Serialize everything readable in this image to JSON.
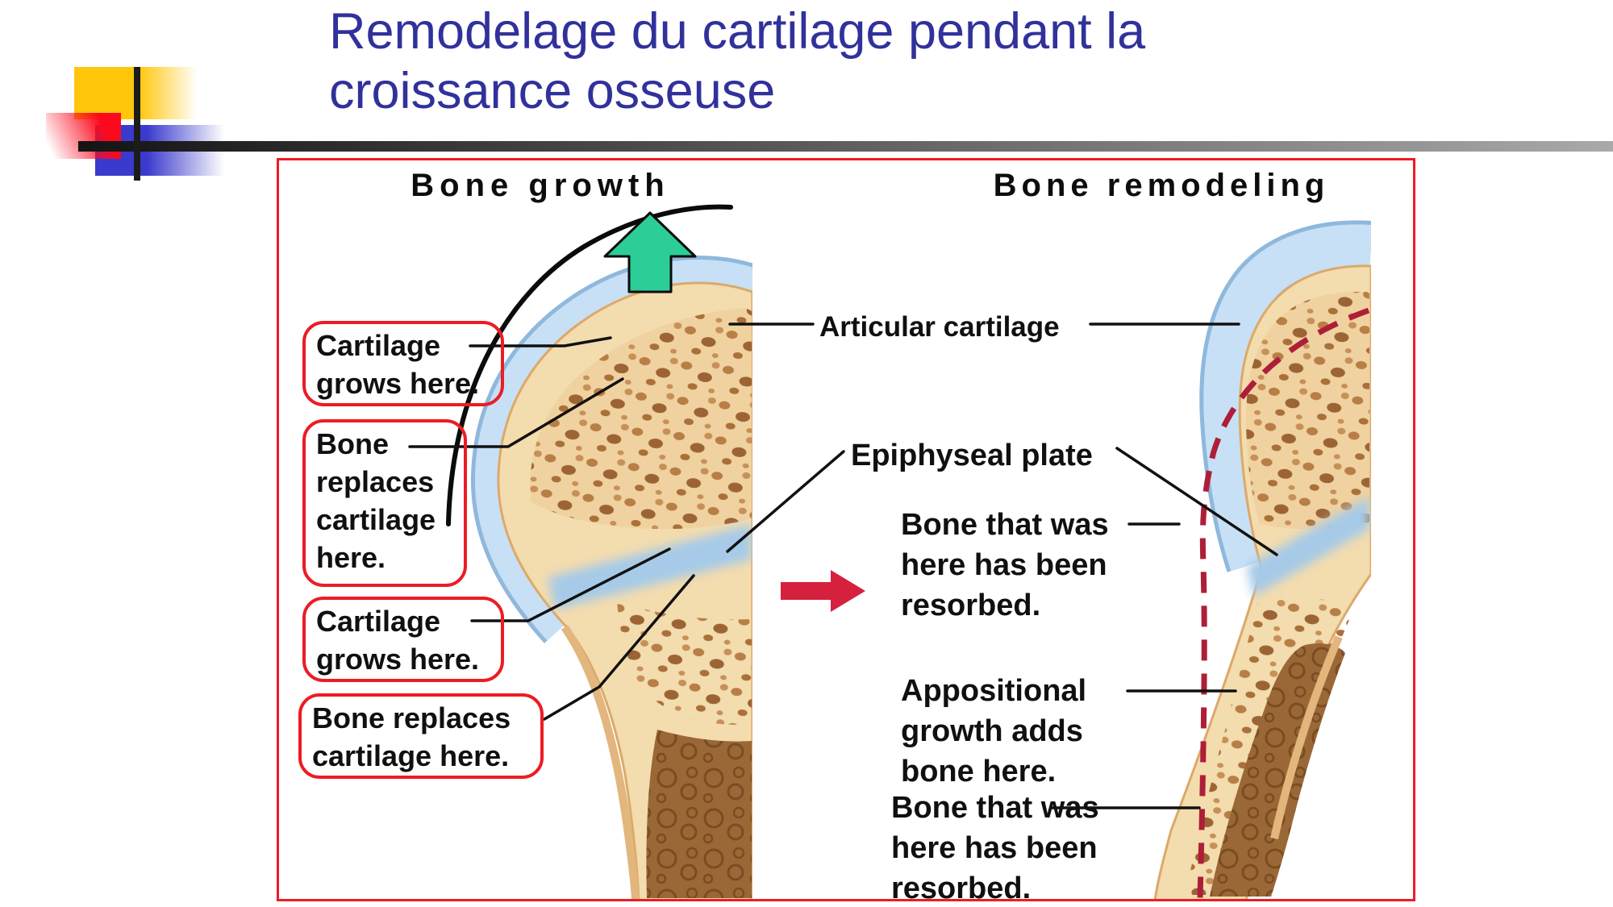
{
  "slide": {
    "title_line1": "Remodelage du cartilage pendant la",
    "title_line2": "croissance osseuse"
  },
  "figure": {
    "left_heading": "Bone growth",
    "right_heading": "Bone remodeling",
    "left_labels": [
      {
        "text": "Cartilage\ngrows here."
      },
      {
        "text": "Bone\nreplaces\ncartilage\nhere."
      },
      {
        "text": "Cartilage\ngrows here."
      },
      {
        "text": "Bone replaces\ncartilage here."
      }
    ],
    "center_labels": [
      {
        "text": "Articular cartilage"
      },
      {
        "text": "Epiphyseal plate"
      }
    ],
    "right_labels": [
      {
        "text": "Bone that was\nhere has been\nresorbed."
      },
      {
        "text": "Appositional\ngrowth adds\nbone here."
      },
      {
        "text": "Bone that was\nhere has been\nresorbed."
      }
    ],
    "icons": [
      {
        "name": "growth-up-arrow-icon",
        "meaning": "direction of bone growth",
        "color": "#2ccd97"
      },
      {
        "name": "remodeling-right-arrow-icon",
        "meaning": "growth leads to remodeling",
        "color": "#d5213e"
      }
    ]
  },
  "colors": {
    "title_blue": "#31319c",
    "figure_border_red": "#ec1c24",
    "label_box_red": "#ec1c24",
    "green_arrow": "#2ccd97",
    "red_arrow": "#d5213e",
    "dashed_old_outline": "#ae1e38",
    "articular_cartilage_blue": "#c7e0f5",
    "epiphyseal_plate_blue": "#a6cae8",
    "bone_cream": "#f3dcae",
    "spongy_brown": "#a8703c",
    "medullary_brown": "#9a6736",
    "decor_yellow": "#ffc60b",
    "decor_blue": "#3a3acd",
    "decor_red": "#fb0a1e"
  }
}
